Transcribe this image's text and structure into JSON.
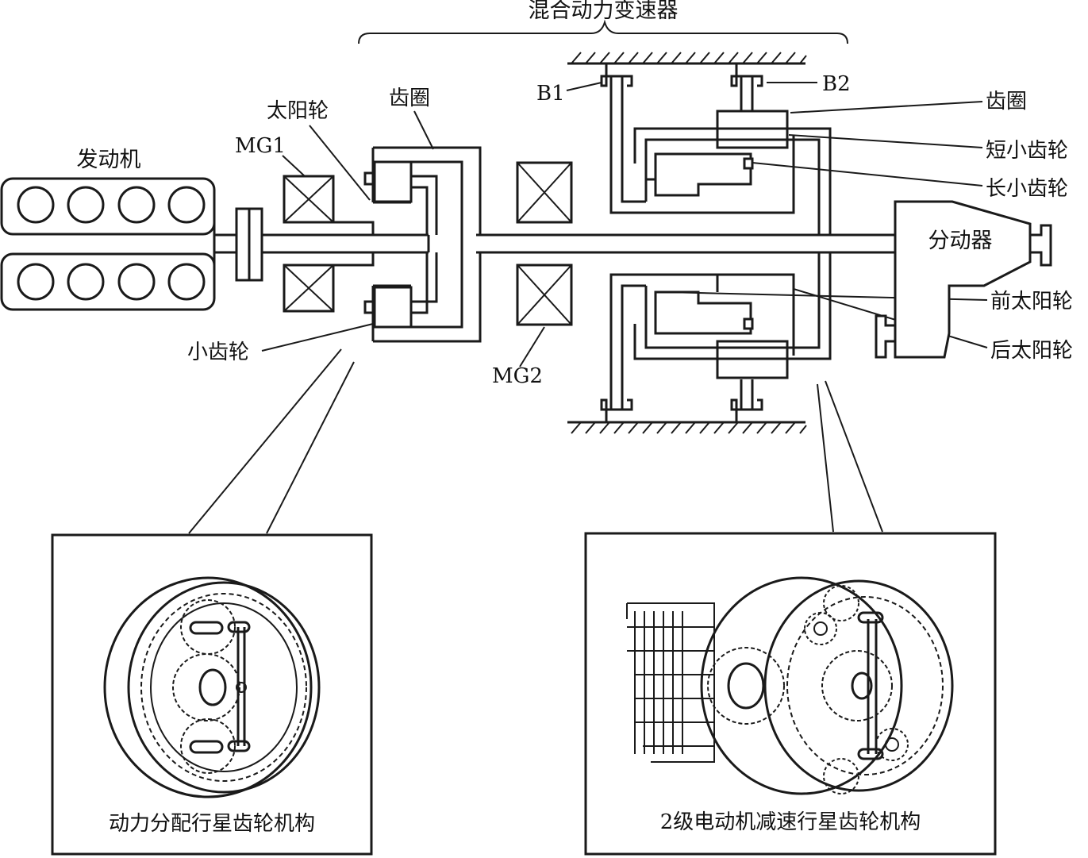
{
  "title": "混合动力变速器",
  "labels": {
    "engine": "发动机",
    "mg1": "MG1",
    "sun_gear": "太阳轮",
    "ring_gear_left": "齿圈",
    "pinion": "小齿轮",
    "mg2": "MG2",
    "b1": "B1",
    "b2": "B2",
    "ring_gear_right": "齿圈",
    "short_pinion": "短小齿轮",
    "long_pinion": "长小齿轮",
    "transfer": "分动器",
    "front_sun": "前太阳轮",
    "rear_sun": "后太阳轮"
  },
  "insets": {
    "left_caption": "动力分配行星齿轮机构",
    "right_caption": "2级电动机减速行星齿轮机构"
  }
}
